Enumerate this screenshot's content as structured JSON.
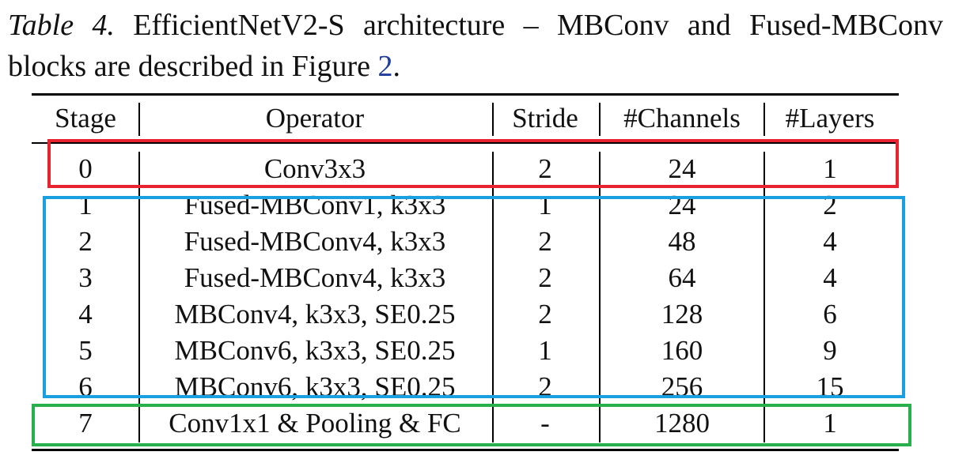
{
  "caption": {
    "label": "Table 4.",
    "text_before_ref": " EfficientNetV2-S architecture – MBConv and Fused-MBConv blocks are described in Figure ",
    "ref": "2",
    "text_after_ref": "."
  },
  "table": {
    "headers": [
      "Stage",
      "Operator",
      "Stride",
      "#Channels",
      "#Layers"
    ],
    "rows": [
      [
        "0",
        "Conv3x3",
        "2",
        "24",
        "1"
      ],
      [
        "1",
        "Fused-MBConv1, k3x3",
        "1",
        "24",
        "2"
      ],
      [
        "2",
        "Fused-MBConv4, k3x3",
        "2",
        "48",
        "4"
      ],
      [
        "3",
        "Fused-MBConv4, k3x3",
        "2",
        "64",
        "4"
      ],
      [
        "4",
        "MBConv4, k3x3, SE0.25",
        "2",
        "128",
        "6"
      ],
      [
        "5",
        "MBConv6, k3x3, SE0.25",
        "1",
        "160",
        "9"
      ],
      [
        "6",
        "MBConv6, k3x3, SE0.25",
        "2",
        "256",
        "15"
      ],
      [
        "7",
        "Conv1x1 & Pooling & FC",
        "-",
        "1280",
        "1"
      ]
    ]
  },
  "highlights": [
    {
      "color": "#e8232f",
      "rows": [
        0,
        0
      ]
    },
    {
      "color": "#1aa0e0",
      "rows": [
        1,
        6
      ]
    },
    {
      "color": "#27b04b",
      "rows": [
        7,
        7
      ]
    }
  ]
}
